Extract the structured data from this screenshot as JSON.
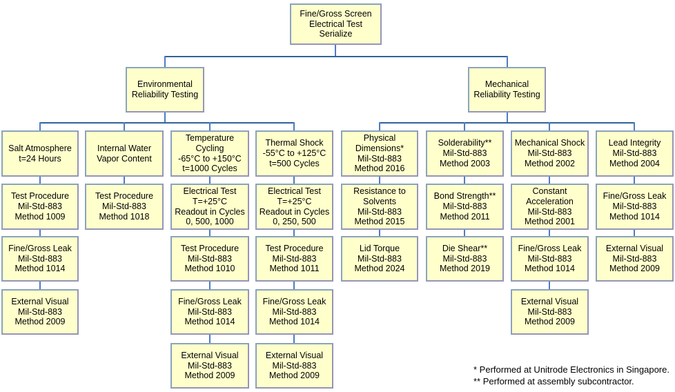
{
  "root": "Fine/Gross Screen\nElectrical Test\nSerialize",
  "branches": [
    {
      "label": "Environmental\nReliability Testing",
      "columns": [
        {
          "name": "salt-atmosphere",
          "boxes": [
            "Salt Atmosphere\nt=24 Hours",
            "Test Procedure\nMil-Std-883\nMethod 1009",
            "Fine/Gross Leak\nMil-Std-883\nMethod 1014",
            "External Visual\nMil-Std-883\nMethod 2009"
          ]
        },
        {
          "name": "internal-water-vapor",
          "boxes": [
            "Internal Water\nVapor Content",
            "Test Procedure\nMil-Std-883\nMethod 1018"
          ]
        },
        {
          "name": "temperature-cycling",
          "boxes": [
            "Temperature\nCycling\n-65°C to +150°C\nt=1000 Cycles",
            "Electrical Test\nT=+25°C\nReadout in Cycles\n0, 500, 1000",
            "Test Procedure\nMil-Std-883\nMethod 1010",
            "Fine/Gross Leak\nMil-Std-883\nMethod 1014",
            "External Visual\nMil-Std-883\nMethod 2009"
          ]
        },
        {
          "name": "thermal-shock",
          "boxes": [
            "Thermal Shock\n-55°C to +125°C\nt=500 Cycles",
            "Electrical Test\nT=+25°C\nReadout in Cycles\n0, 250, 500",
            "Test Procedure\nMil-Std-883\nMethod 1011",
            "Fine/Gross Leak\nMil-Std-883\nMethod 1014",
            "External Visual\nMil-Std-883\nMethod 2009"
          ]
        }
      ]
    },
    {
      "label": "Mechanical\nReliability Testing",
      "columns": [
        {
          "name": "physical-dimensions",
          "boxes": [
            "Physical\nDimensions*\nMil-Std-883\nMethod 2016",
            "Resistance to\nSolvents\nMil-Std-883\nMethod 2015",
            "Lid Torque\nMil-Std-883\nMethod 2024"
          ]
        },
        {
          "name": "solderability",
          "boxes": [
            "Solderability**\nMil-Std-883\nMethod 2003",
            "Bond Strength**\nMil-Std-883\nMethod 2011",
            "Die Shear**\nMil-Std-883\nMethod 2019"
          ]
        },
        {
          "name": "mechanical-shock",
          "boxes": [
            "Mechanical Shock\nMil-Std-883\nMethod 2002",
            "Constant\nAcceleration\nMil-Std-883\nMethod 2001",
            "Fine/Gross Leak\nMil-Std-883\nMethod 1014",
            "External Visual\nMil-Std-883\nMethod 2009"
          ]
        },
        {
          "name": "lead-integrity",
          "boxes": [
            "Lead Integrity\nMil-Std-883\nMethod 2004",
            "Fine/Gross Leak\nMil-Std-883\nMethod 1014",
            "External Visual\nMil-Std-883\nMethod 2009"
          ]
        }
      ]
    }
  ],
  "footnotes": [
    "* Performed at Unitrode Electronics in Singapore.",
    "** Performed at assembly subcontractor."
  ],
  "colors": {
    "box_fill": "#ffffcc",
    "box_border": "#8fa0b9",
    "bus_line": "#2f6399",
    "stub_line": "#4d7cc0",
    "text": "#000000",
    "background": "#ffffff"
  }
}
